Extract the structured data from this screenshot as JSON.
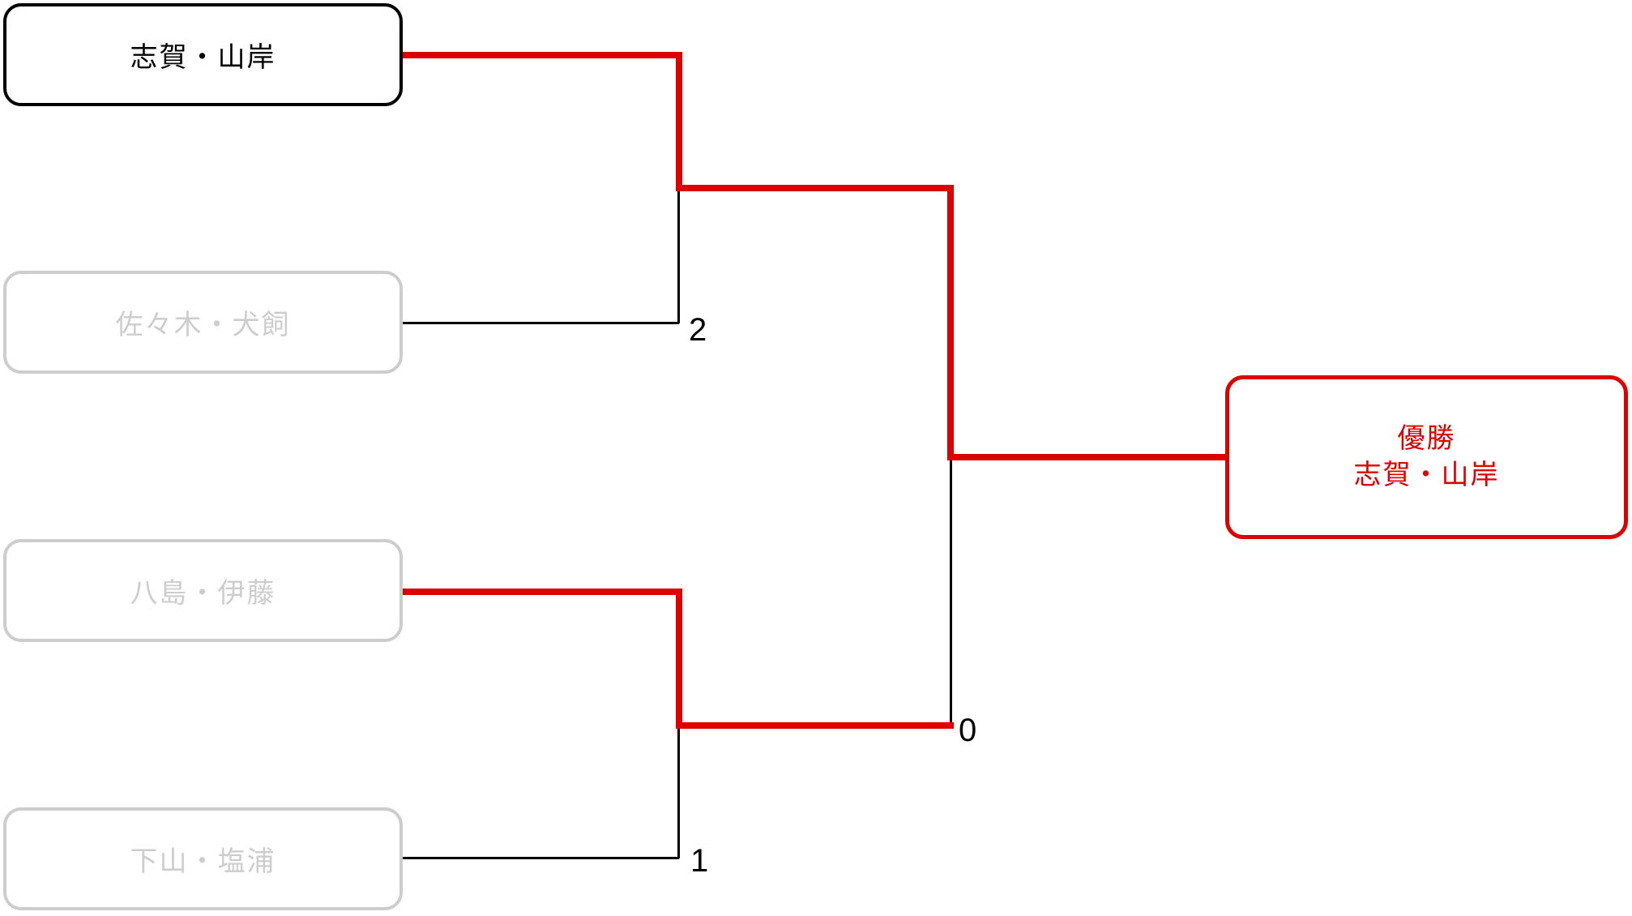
{
  "bracket": {
    "teams": [
      {
        "name": "志賀・山岸",
        "status": "advanced"
      },
      {
        "name": "佐々木・犬飼",
        "status": "eliminated"
      },
      {
        "name": "八島・伊藤",
        "status": "eliminated"
      },
      {
        "name": "下山・塩浦",
        "status": "eliminated"
      }
    ],
    "matches": [
      {
        "id": "semifinal-top",
        "number": "2",
        "winner": "志賀・山岸"
      },
      {
        "id": "semifinal-bottom",
        "number": "1",
        "winner": "八島・伊藤"
      },
      {
        "id": "final",
        "number": "0",
        "winner": "志賀・山岸"
      }
    ],
    "champion": {
      "title": "優勝",
      "name": "志賀・山岸"
    }
  },
  "colors": {
    "advance_path": "#dd0000",
    "default_line": "#000000",
    "eliminated_gray": "#cdcdcd"
  }
}
